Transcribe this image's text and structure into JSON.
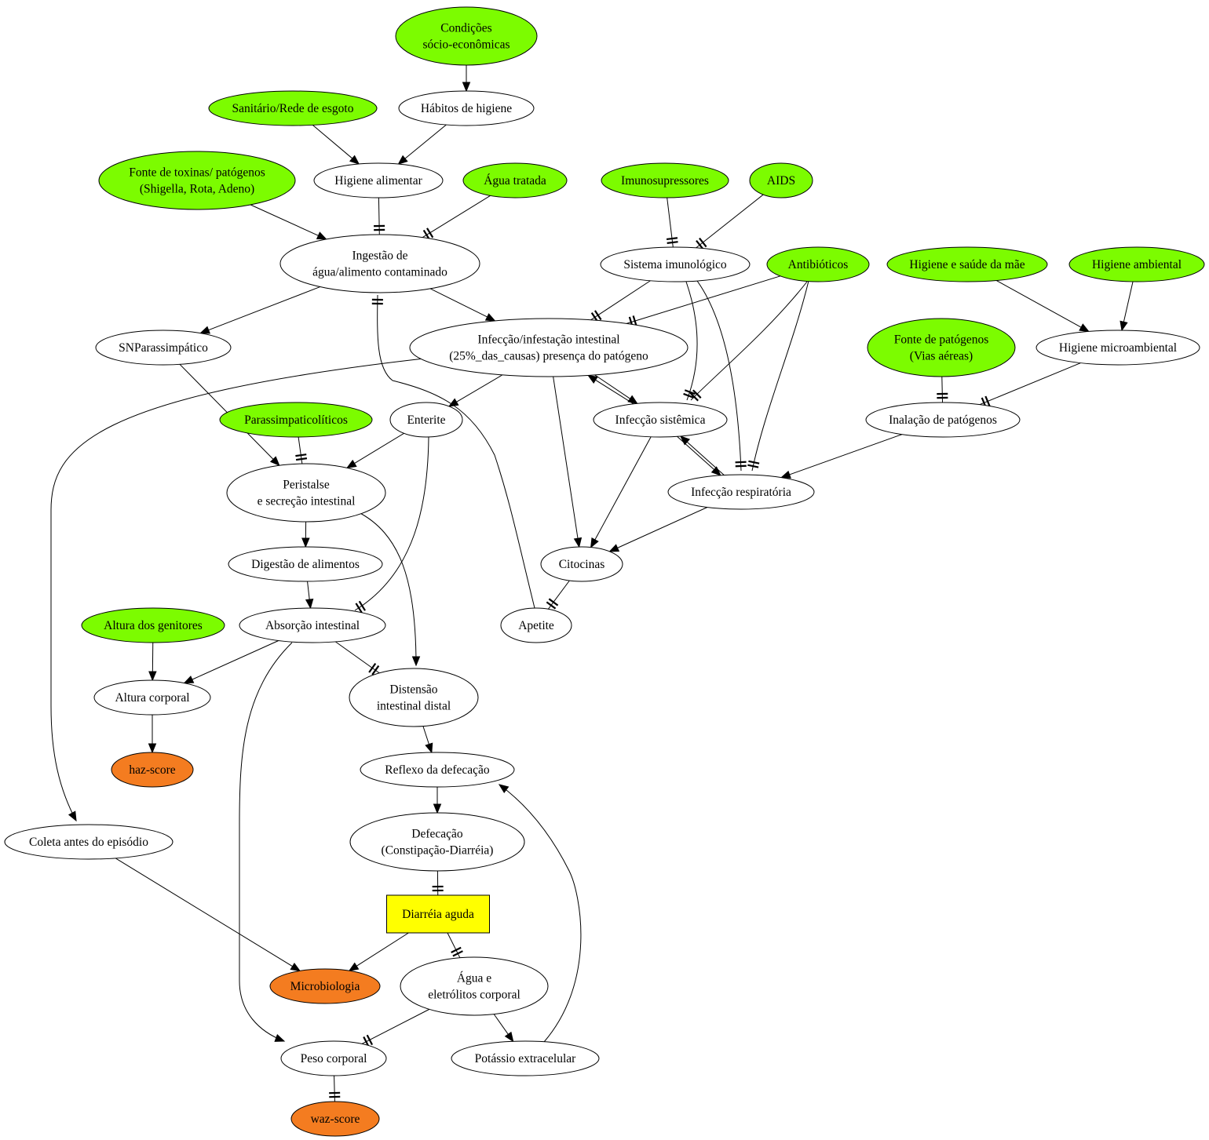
{
  "colors": {
    "exogenous": "#7cfc00",
    "outcome": "#f47c20",
    "target": "#ffff00",
    "default": "#ffffff"
  },
  "nodes": [
    {
      "id": "cond",
      "lines": [
        "Condições",
        "sócio-econômicas"
      ],
      "type": "exogenous"
    },
    {
      "id": "habitos",
      "lines": [
        "Hábitos de higiene"
      ],
      "type": "default"
    },
    {
      "id": "sanitario",
      "lines": [
        "Sanitário/Rede de esgoto"
      ],
      "type": "exogenous"
    },
    {
      "id": "higalim",
      "lines": [
        "Higiene alimentar"
      ],
      "type": "default"
    },
    {
      "id": "fontetox",
      "lines": [
        "Fonte de toxinas/ patógenos",
        "(Shigella, Rota, Adeno)"
      ],
      "type": "exogenous"
    },
    {
      "id": "agua",
      "lines": [
        "Água tratada"
      ],
      "type": "exogenous"
    },
    {
      "id": "imuno",
      "lines": [
        "Imunosupressores"
      ],
      "type": "exogenous"
    },
    {
      "id": "aids",
      "lines": [
        "AIDS"
      ],
      "type": "exogenous"
    },
    {
      "id": "ingestao",
      "lines": [
        "Ingestão de",
        "água/alimento contaminado"
      ],
      "type": "default"
    },
    {
      "id": "sisimuno",
      "lines": [
        "Sistema imunológico"
      ],
      "type": "default"
    },
    {
      "id": "antib",
      "lines": [
        "Antibióticos"
      ],
      "type": "exogenous"
    },
    {
      "id": "higmae",
      "lines": [
        "Higiene e saúde da mãe"
      ],
      "type": "exogenous"
    },
    {
      "id": "higamb",
      "lines": [
        "Higiene ambiental"
      ],
      "type": "exogenous"
    },
    {
      "id": "snp",
      "lines": [
        "SNParassimpático"
      ],
      "type": "default"
    },
    {
      "id": "infint",
      "lines": [
        "Infecção/infestação intestinal",
        "(25%_das_causas) presença do patógeno"
      ],
      "type": "default"
    },
    {
      "id": "fontepat",
      "lines": [
        "Fonte de patógenos",
        "(Vias aéreas)"
      ],
      "type": "exogenous"
    },
    {
      "id": "higmicro",
      "lines": [
        "Higiene microambiental"
      ],
      "type": "default"
    },
    {
      "id": "parassim",
      "lines": [
        "Parassimpaticolíticos"
      ],
      "type": "exogenous"
    },
    {
      "id": "enterite",
      "lines": [
        "Enterite"
      ],
      "type": "default"
    },
    {
      "id": "infsis",
      "lines": [
        "Infecção sistêmica"
      ],
      "type": "default"
    },
    {
      "id": "inalacao",
      "lines": [
        "Inalação de patógenos"
      ],
      "type": "default"
    },
    {
      "id": "peristalse",
      "lines": [
        "Peristalse",
        "e secreção intestinal"
      ],
      "type": "default"
    },
    {
      "id": "infresp",
      "lines": [
        "Infecção respiratória"
      ],
      "type": "default"
    },
    {
      "id": "digestao",
      "lines": [
        "Digestão de alimentos"
      ],
      "type": "default"
    },
    {
      "id": "citocinas",
      "lines": [
        "Citocinas"
      ],
      "type": "default"
    },
    {
      "id": "alturagen",
      "lines": [
        "Altura dos genitores"
      ],
      "type": "exogenous"
    },
    {
      "id": "absorcao",
      "lines": [
        "Absorção intestinal"
      ],
      "type": "default"
    },
    {
      "id": "apetite",
      "lines": [
        "Apetite"
      ],
      "type": "default"
    },
    {
      "id": "alturacorp",
      "lines": [
        "Altura corporal"
      ],
      "type": "default"
    },
    {
      "id": "distensao",
      "lines": [
        "Distensão",
        "intestinal distal"
      ],
      "type": "default"
    },
    {
      "id": "haz",
      "lines": [
        "haz-score"
      ],
      "type": "outcome"
    },
    {
      "id": "reflexo",
      "lines": [
        "Reflexo da defecação"
      ],
      "type": "default"
    },
    {
      "id": "coleta",
      "lines": [
        "Coleta antes do episódio"
      ],
      "type": "default"
    },
    {
      "id": "defecacao",
      "lines": [
        "Defecação",
        "(Constipação-Diarréia)"
      ],
      "type": "default"
    },
    {
      "id": "diarreia",
      "lines": [
        "Diarréia aguda"
      ],
      "type": "target"
    },
    {
      "id": "micro",
      "lines": [
        "Microbiologia"
      ],
      "type": "outcome"
    },
    {
      "id": "aguaelet",
      "lines": [
        "Água e",
        "eletrólitos corporal"
      ],
      "type": "default"
    },
    {
      "id": "peso",
      "lines": [
        "Peso corporal"
      ],
      "type": "default"
    },
    {
      "id": "potassio",
      "lines": [
        "Potássio extracelular"
      ],
      "type": "default"
    },
    {
      "id": "waz",
      "lines": [
        "waz-score"
      ],
      "type": "outcome"
    }
  ],
  "edges": [
    {
      "from": "cond",
      "to": "habitos",
      "head": "arrow"
    },
    {
      "from": "sanitario",
      "to": "higalim",
      "head": "arrow"
    },
    {
      "from": "habitos",
      "to": "higalim",
      "head": "arrow"
    },
    {
      "from": "higalim",
      "to": "ingestao",
      "head": "tee"
    },
    {
      "from": "fontetox",
      "to": "ingestao",
      "head": "arrow"
    },
    {
      "from": "agua",
      "to": "ingestao",
      "head": "tee"
    },
    {
      "from": "imuno",
      "to": "sisimuno",
      "head": "tee"
    },
    {
      "from": "aids",
      "to": "sisimuno",
      "head": "tee"
    },
    {
      "from": "ingestao",
      "to": "snp",
      "head": "arrow"
    },
    {
      "from": "ingestao",
      "to": "infint",
      "head": "arrow"
    },
    {
      "from": "sisimuno",
      "to": "infint",
      "head": "tee"
    },
    {
      "from": "antib",
      "to": "infint",
      "head": "tee"
    },
    {
      "from": "sisimuno",
      "to": "infsis",
      "head": "tee"
    },
    {
      "from": "sisimuno",
      "to": "infresp",
      "head": "tee"
    },
    {
      "from": "antib",
      "to": "infsis",
      "head": "tee"
    },
    {
      "from": "antib",
      "to": "infresp",
      "head": "tee"
    },
    {
      "from": "higmae",
      "to": "higmicro",
      "head": "arrow"
    },
    {
      "from": "higamb",
      "to": "higmicro",
      "head": "arrow"
    },
    {
      "from": "higmicro",
      "to": "inalacao",
      "head": "tee"
    },
    {
      "from": "fontepat",
      "to": "inalacao",
      "head": "tee"
    },
    {
      "from": "inalacao",
      "to": "infresp",
      "head": "arrow"
    },
    {
      "from": "infint",
      "to": "enterite",
      "head": "arrow"
    },
    {
      "from": "infint",
      "to": "infsis",
      "head": "arrow"
    },
    {
      "from": "infsis",
      "to": "infint",
      "head": "arrow"
    },
    {
      "from": "infint",
      "to": "citocinas",
      "head": "arrow"
    },
    {
      "from": "infint",
      "to": "coleta",
      "head": "arrow"
    },
    {
      "from": "infsis",
      "to": "infresp",
      "head": "arrow"
    },
    {
      "from": "infresp",
      "to": "infsis",
      "head": "arrow"
    },
    {
      "from": "infsis",
      "to": "citocinas",
      "head": "arrow"
    },
    {
      "from": "infresp",
      "to": "citocinas",
      "head": "arrow"
    },
    {
      "from": "snp",
      "to": "peristalse",
      "head": "arrow"
    },
    {
      "from": "parassim",
      "to": "peristalse",
      "head": "tee"
    },
    {
      "from": "enterite",
      "to": "peristalse",
      "head": "arrow"
    },
    {
      "from": "enterite",
      "to": "absorcao",
      "head": "tee"
    },
    {
      "from": "peristalse",
      "to": "digestao",
      "head": "arrow"
    },
    {
      "from": "peristalse",
      "to": "distensao",
      "head": "arrow"
    },
    {
      "from": "digestao",
      "to": "absorcao",
      "head": "arrow"
    },
    {
      "from": "citocinas",
      "to": "apetite",
      "head": "tee"
    },
    {
      "from": "apetite",
      "to": "ingestao",
      "head": "tee"
    },
    {
      "from": "alturagen",
      "to": "alturacorp",
      "head": "arrow"
    },
    {
      "from": "absorcao",
      "to": "alturacorp",
      "head": "arrow"
    },
    {
      "from": "absorcao",
      "to": "distensao",
      "head": "tee"
    },
    {
      "from": "absorcao",
      "to": "peso",
      "head": "arrow"
    },
    {
      "from": "alturacorp",
      "to": "haz",
      "head": "arrow"
    },
    {
      "from": "distensao",
      "to": "reflexo",
      "head": "arrow"
    },
    {
      "from": "reflexo",
      "to": "defecacao",
      "head": "arrow"
    },
    {
      "from": "defecacao",
      "to": "diarreia",
      "head": "tee"
    },
    {
      "from": "coleta",
      "to": "micro",
      "head": "arrow"
    },
    {
      "from": "diarreia",
      "to": "micro",
      "head": "arrow"
    },
    {
      "from": "diarreia",
      "to": "aguaelet",
      "head": "tee"
    },
    {
      "from": "aguaelet",
      "to": "peso",
      "head": "tee"
    },
    {
      "from": "aguaelet",
      "to": "potassio",
      "head": "arrow"
    },
    {
      "from": "potassio",
      "to": "reflexo",
      "head": "arrow"
    },
    {
      "from": "peso",
      "to": "waz",
      "head": "tee"
    }
  ]
}
